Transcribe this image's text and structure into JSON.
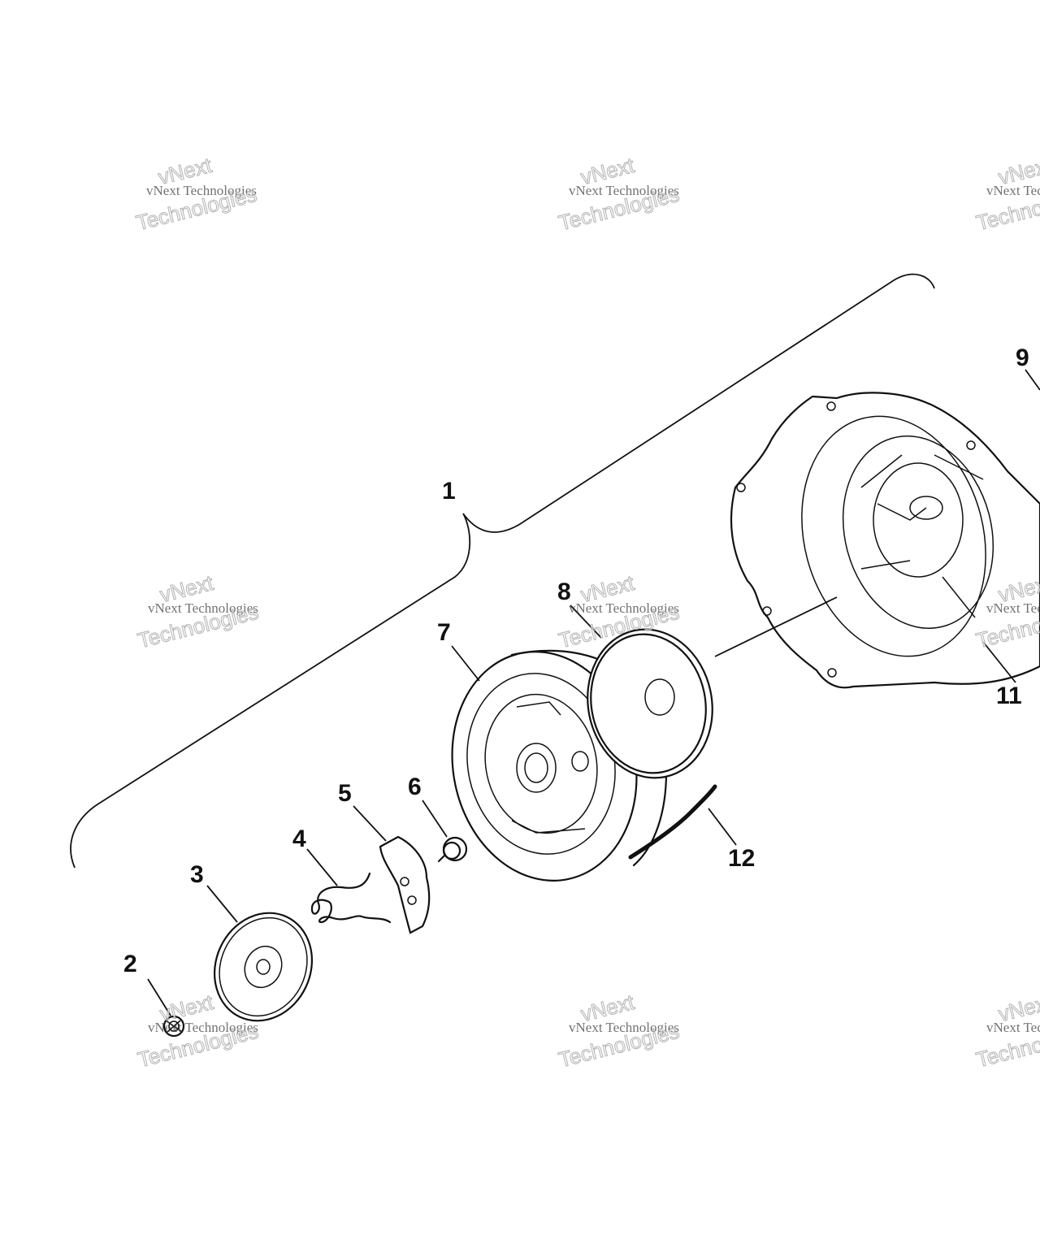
{
  "callouts": {
    "c1": "1",
    "c2": "2",
    "c3": "3",
    "c4": "4",
    "c5": "5",
    "c6": "6",
    "c7": "7",
    "c8": "8",
    "c9": "9",
    "c11": "11",
    "c12": "12"
  },
  "watermark": {
    "line": "vNext Technologies",
    "top": "vNext",
    "bottom": "Technologies"
  }
}
